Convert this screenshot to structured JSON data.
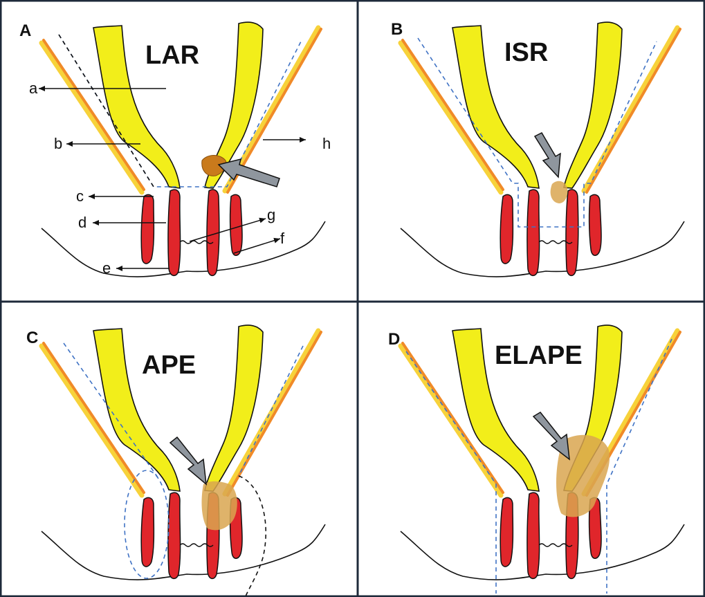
{
  "figure": {
    "panels": [
      {
        "letter": "A",
        "title": "LAR"
      },
      {
        "letter": "B",
        "title": "ISR"
      },
      {
        "letter": "C",
        "title": "APE"
      },
      {
        "letter": "D",
        "title": "ELAPE"
      }
    ],
    "labels": [
      "a",
      "b",
      "c",
      "d",
      "e",
      "f",
      "g",
      "h"
    ],
    "colors": {
      "frame": "#1e2a3a",
      "levator": "#f2ee1a",
      "fascia_orange": "#f08a28",
      "fascia_yellow": "#f7d23a",
      "sphincter": "#e0262b",
      "tumor": "#c97a1c",
      "tumor_infiltrating": "#d9a650",
      "arrow": "#8f969e",
      "resection_line": "#3f72c4"
    }
  }
}
